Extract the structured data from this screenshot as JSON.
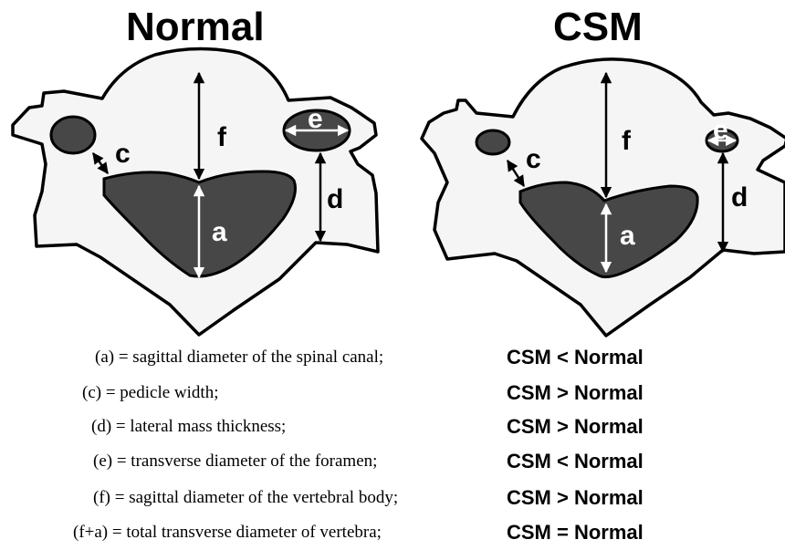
{
  "panels": {
    "normal": {
      "title": "Normal",
      "labels": {
        "a": "a",
        "c": "c",
        "d": "d",
        "e": "e",
        "f": "f"
      }
    },
    "csm": {
      "title": "CSM",
      "labels": {
        "a": "a",
        "c": "c",
        "d": "d",
        "e": "e",
        "f": "f"
      }
    }
  },
  "colors": {
    "bone": "#f5f5f5",
    "canal": "#474747",
    "outline": "#000000",
    "label_light": "#ffffff",
    "label_dark": "#000000"
  },
  "legend": [
    {
      "definition": "(a) = sagittal diameter of the spinal canal;",
      "comparison": "CSM < Normal"
    },
    {
      "definition": "(c) = pedicle width;",
      "comparison": "CSM > Normal"
    },
    {
      "definition": "(d) = lateral mass thickness;",
      "comparison": "CSM > Normal"
    },
    {
      "definition": "(e) = transverse diameter of the foramen;",
      "comparison": "CSM < Normal"
    },
    {
      "definition": "(f) = sagittal diameter of the vertebral body;",
      "comparison": "CSM > Normal"
    },
    {
      "definition": "(f+a) = total transverse diameter of vertebra;",
      "comparison": "CSM = Normal"
    }
  ]
}
